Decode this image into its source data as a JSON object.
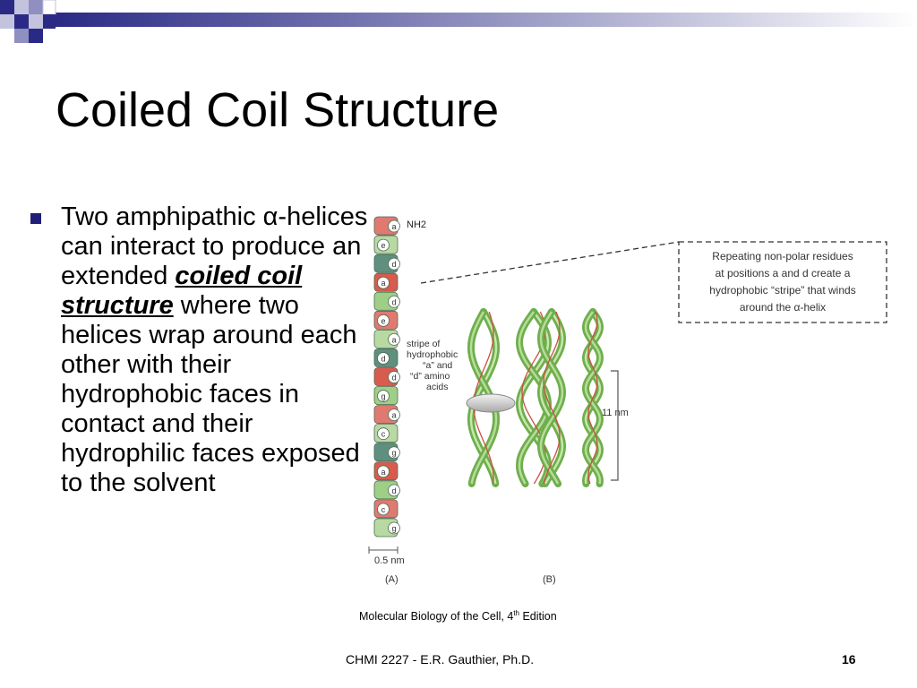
{
  "slide": {
    "title": "Coiled Coil Structure",
    "bullet": {
      "before": "Two amphipathic α-helices can interact to produce an extended ",
      "emphasis": "coiled coil structure",
      "after": " where two helices wrap around each other with their hydrophobic faces in contact and their hydrophilic faces exposed to the solvent"
    },
    "figure": {
      "helix_letters": [
        "a",
        "e",
        "d",
        "a",
        "d",
        "e",
        "a",
        "d",
        "d",
        "g",
        "a",
        "c",
        "g",
        "a",
        "d",
        "c",
        "g"
      ],
      "nh2_label": "NH2",
      "stripe_label": [
        "stripe of",
        "hydrophobic",
        "“a” and",
        "“d” amino",
        "acids"
      ],
      "callout": [
        "Repeating non-polar residues",
        "at positions a and d create a",
        "hydrophobic “stripe” that winds",
        "around the α-helix"
      ],
      "scale_a": "0.5 nm",
      "scale_b": "11 nm",
      "panel_a": "(A)",
      "panel_b": "(B)"
    },
    "citation": {
      "before": "Molecular Biology of the Cell, 4",
      "sup": "th",
      "after": " Edition"
    },
    "footer": "CHMI 2227 - E.R. Gauthier, Ph.D.",
    "slide_number": "16"
  }
}
